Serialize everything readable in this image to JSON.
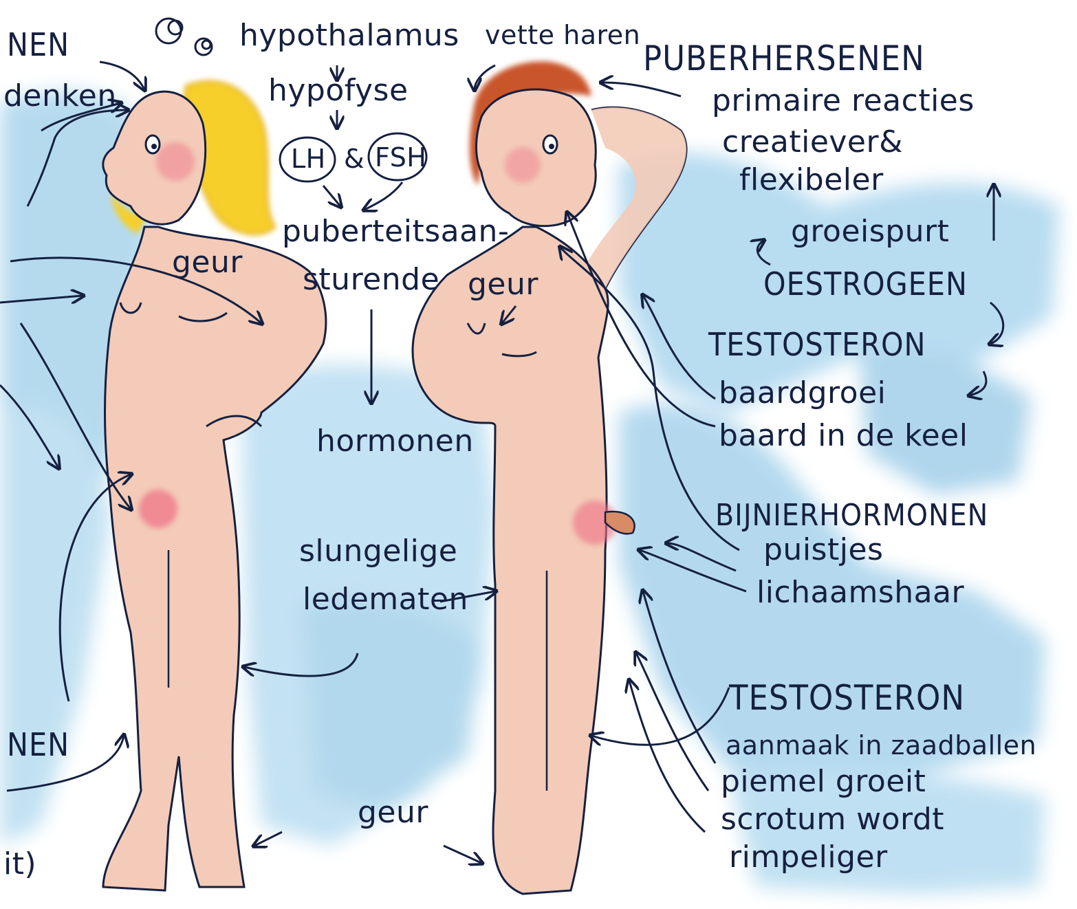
{
  "colors": {
    "watercolor_blue": "#a9d4ec",
    "skin": "#f3cbb8",
    "hair_blonde": "#f6cf2b",
    "hair_red": "#c9552b",
    "ink": "#152040",
    "blush": "#ef6f86"
  },
  "labels": {
    "nen_top": "NEN",
    "denken": "denken",
    "hypothalamus": "hypothalamus",
    "hypofyse": "hypofyse",
    "lh": "LH",
    "amp": "&",
    "fsh": "FSH",
    "puberteits_1": "puberteitsaan-",
    "puberteits_2": "sturende",
    "hormonen": "hormonen",
    "vette_haren": "vette haren",
    "geur_girl": "geur",
    "geur_boy": "geur",
    "geur_bottom": "geur",
    "slungelige_1": "slungelige",
    "slungelige_2": "ledematen",
    "nen_bottom": "NEN",
    "it_paren": "it)",
    "puberhersenen": "PUBERHERSENEN",
    "primaire": "primaire reacties",
    "creatiever": "creatiever&",
    "flexibeler": "flexibeler",
    "groeispurt": "groeispurt",
    "oestrogeen": "OESTROGEEN",
    "testosteron_1": "TESTOSTERON",
    "baardgroei": "baardgroei",
    "baard_keel": "baard in de keel",
    "bijnier": "BIJNIERHORMONEN",
    "puistjes": "puistjes",
    "lichaamshaar": "lichaamshaar",
    "testosteron_2": "TESTOSTERON",
    "aanmaak": "aanmaak in zaadballen",
    "piemel": "piemel groeit",
    "scrotum_1": "scrotum wordt",
    "scrotum_2": "rimpeliger"
  }
}
